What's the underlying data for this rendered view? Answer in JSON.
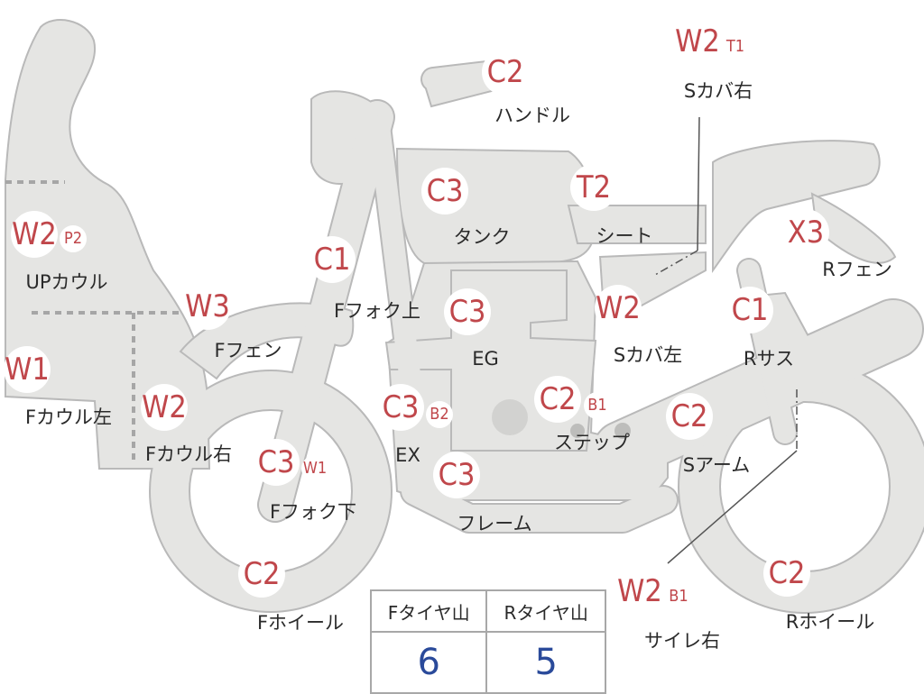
{
  "colors": {
    "grade_text": "#c0474b",
    "part_fill": "#e5e5e3",
    "part_outline": "#b9b9b9",
    "tread_value": "#2a4a9a"
  },
  "parts": {
    "handlebar": {
      "grade": "C2",
      "label": "ハンドル"
    },
    "side_cover_right": {
      "grade": "W2",
      "sub": "T1",
      "label": "Sカバ右"
    },
    "tank": {
      "grade": "C3",
      "label": "タンク"
    },
    "seat": {
      "grade": "T2",
      "label": "シート"
    },
    "rear_fender": {
      "grade": "X3",
      "label": "Rフェン"
    },
    "upper_cowl": {
      "grade": "W2",
      "sub": "P2",
      "label": "UPカウル"
    },
    "front_fork_upper": {
      "grade": "C1",
      "label": "Fフォク上"
    },
    "engine": {
      "grade": "C3",
      "label": "EG"
    },
    "side_cover_left": {
      "grade": "W2",
      "label": "Sカバ左"
    },
    "rear_suspension": {
      "grade": "C1",
      "label": "Rサス"
    },
    "front_fender": {
      "grade": "W3",
      "label": "Fフェン"
    },
    "cowl_left": {
      "grade": "W1",
      "label": "Fカウル左"
    },
    "cowl_right": {
      "grade": "W2",
      "label": "Fカウル右"
    },
    "exhaust": {
      "grade": "C3",
      "sub": "B2",
      "label": "EX"
    },
    "step": {
      "grade": "C2",
      "sub": "B1",
      "label": "ステップ"
    },
    "swing_arm": {
      "grade": "C2",
      "label": "Sアーム"
    },
    "front_fork_lower": {
      "grade": "C3",
      "sub": "W1",
      "label": "Fフォク下"
    },
    "frame": {
      "grade": "C3",
      "label": "フレーム"
    },
    "front_wheel": {
      "grade": "C2",
      "label": "Fホイール"
    },
    "silencer_right": {
      "grade": "W2",
      "sub": "B1",
      "label": "サイレ右"
    },
    "rear_wheel": {
      "grade": "C2",
      "label": "Rホイール"
    }
  },
  "tire_tread": {
    "front_label": "Fタイヤ山",
    "rear_label": "Rタイヤ山",
    "front_value": "6",
    "rear_value": "5"
  }
}
